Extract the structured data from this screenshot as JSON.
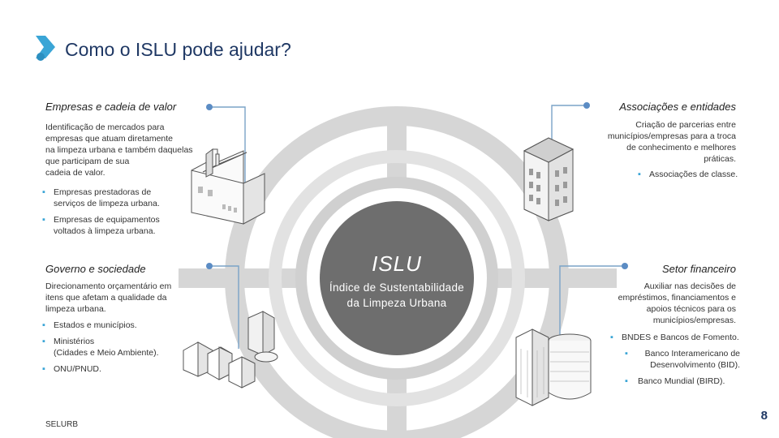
{
  "header": {
    "title": "Como o ISLU pode ajudar?",
    "logo_icon": "selurb-chevron-logo"
  },
  "center": {
    "title": "ISLU",
    "subtitle_line1": "Índice de Sustentabilidade",
    "subtitle_line2": "da Limpeza Urbana"
  },
  "sections": {
    "empresas": {
      "title": "Empresas e cadeia de valor",
      "description": [
        "Identificação de mercados para",
        "empresas que atuam diretamente",
        "na limpeza urbana e também daquelas",
        "que participam de sua",
        "cadeia de valor."
      ],
      "bullets": [
        [
          "Empresas prestadoras de",
          "serviços de limpeza urbana."
        ],
        [
          "Empresas de equipamentos",
          "voltados à limpeza urbana."
        ]
      ],
      "icon": "factory-icon"
    },
    "associacoes": {
      "title": "Associações e entidades",
      "description": [
        "Criação de parcerias entre",
        "municípios/empresas para a troca",
        "de conhecimento e melhores",
        "práticas."
      ],
      "bullets": [
        [
          "Associações de classe."
        ]
      ],
      "icon": "office-building-icon"
    },
    "governo": {
      "title": "Governo e sociedade",
      "description": [
        "Direcionamento orçamentário em",
        "itens que afetam a qualidade da",
        "limpeza urbana."
      ],
      "bullets": [
        [
          "Estados e municípios."
        ],
        [
          "Ministérios",
          "(Cidades e Meio Ambiente)."
        ],
        [
          "ONU/PNUD."
        ]
      ],
      "icon": "city-houses-icon"
    },
    "financeiro": {
      "title": "Setor financeiro",
      "description": [
        "Auxiliar nas decisões de",
        "empréstimos, financiamentos e",
        "apoios técnicos para os",
        "municípios/empresas."
      ],
      "bullets": [
        [
          "BNDES e Bancos de Fomento."
        ],
        [
          "Banco Interamericano de",
          "Desenvolvimento (BID)."
        ],
        [
          "Banco Mundial (BIRD)."
        ]
      ],
      "icon": "skyscraper-icon"
    }
  },
  "footer": {
    "brand": "SELURB",
    "page_number": "8"
  },
  "colors": {
    "ring": "#d6d6d6",
    "center": "#6e6e6e",
    "accent": "#3aa5d6",
    "line": "#7aa3c7",
    "dot": "#5b8cc4",
    "title": "#1f3864"
  }
}
